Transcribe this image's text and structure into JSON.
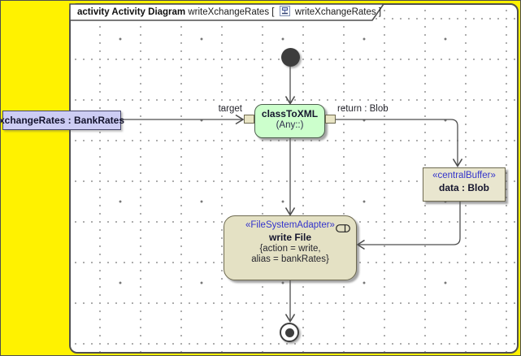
{
  "frame": {
    "heading": {
      "kind_label": "activity Activity Diagram",
      "activity_name": "writeXchangeRates",
      "open_bracket": "[",
      "diagram_icon": "activity-diagram-icon",
      "diagram_ref": "writeXchangeRates",
      "close_bracket": "]"
    }
  },
  "elements": {
    "object_node_label": {
      "text": "xchangeRates : BankRates"
    },
    "initial_node": {
      "icon": "initial-node-icon"
    },
    "class_to_xml_action": {
      "name": "classToXML",
      "behavior": "(Any::)",
      "input_pin_label": "target",
      "output_pin_label": "return : Blob"
    },
    "central_buffer": {
      "stereotype": "«centralBuffer»",
      "name": "data : Blob"
    },
    "write_file_action": {
      "stereotype": "«FileSystemAdapter»",
      "name": "write File",
      "constraint_line1": "{action = write,",
      "constraint_line2": "alias = bankRates}",
      "marker": "call-behavior-icon"
    },
    "final_node": {
      "icon": "activity-final-icon"
    }
  },
  "colors": {
    "canvas_yellow": "#FFF200",
    "action_green": "#CCFFCC",
    "buffer_beige": "#E7E4CB",
    "label_lavender": "#CDCDF4",
    "stereotype_blue": "#3333CC",
    "edge_gray": "#4D4D4D"
  }
}
